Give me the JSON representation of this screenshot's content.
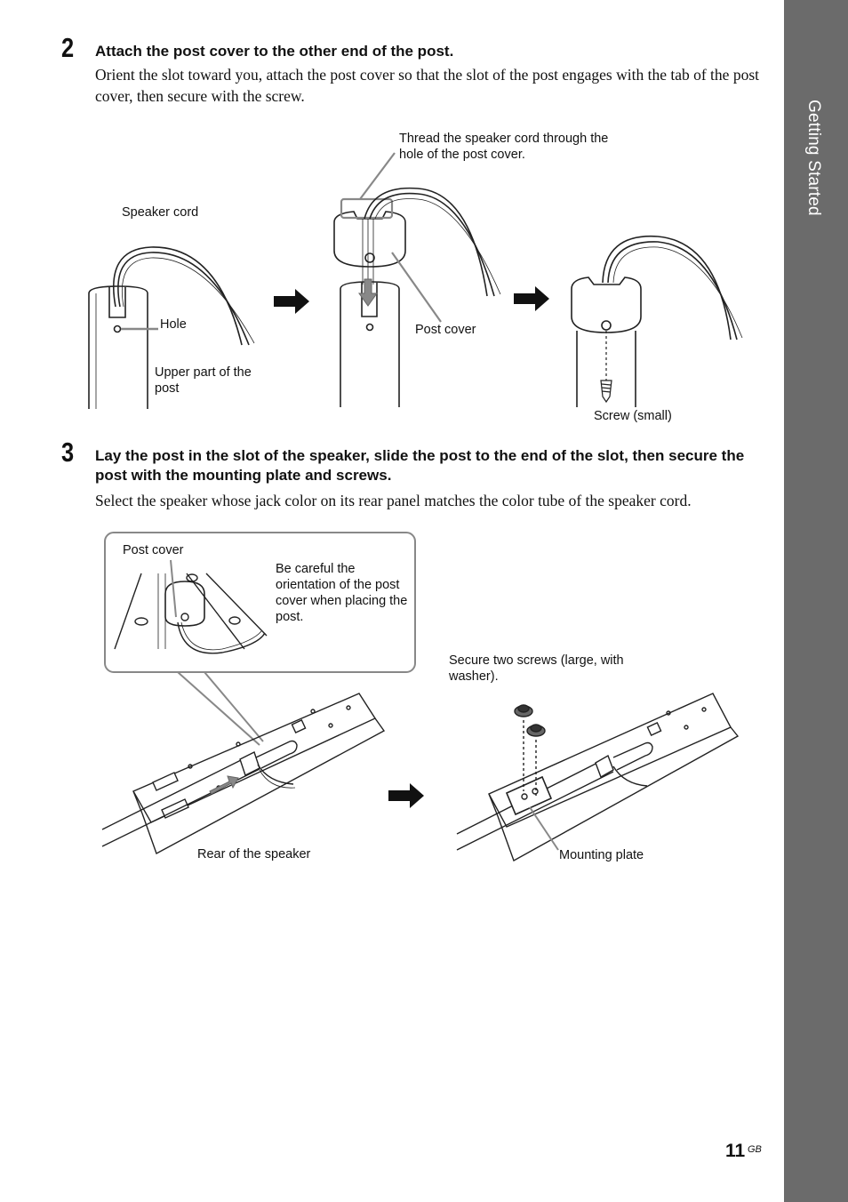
{
  "side_tab": {
    "label": "Getting Started"
  },
  "step2": {
    "number": "2",
    "title": "Attach the post cover to the other end of the post.",
    "body": "Orient the slot toward you, attach the post cover so that the slot of the post engages with the tab of the post cover, then secure with the screw.",
    "labels": {
      "thread": "Thread the speaker cord through the hole of the post cover.",
      "speaker_cord": "Speaker cord",
      "hole": "Hole",
      "upper_post": "Upper part of the post",
      "post_cover": "Post cover",
      "screw_small": "Screw (small)"
    }
  },
  "step3": {
    "number": "3",
    "title": "Lay the post in the slot of the speaker, slide the post to the end of the slot, then secure the post with the mounting plate and screws.",
    "body": "Select the speaker whose jack color on its rear panel matches the color tube of the speaker cord.",
    "labels": {
      "post_cover": "Post cover",
      "careful": "Be careful the orientation of the post cover when placing the post.",
      "secure_screws": "Secure two screws (large, with washer).",
      "rear_speaker": "Rear of the speaker",
      "mounting_plate": "Mounting plate"
    }
  },
  "page": {
    "number": "11",
    "suffix": "GB"
  }
}
